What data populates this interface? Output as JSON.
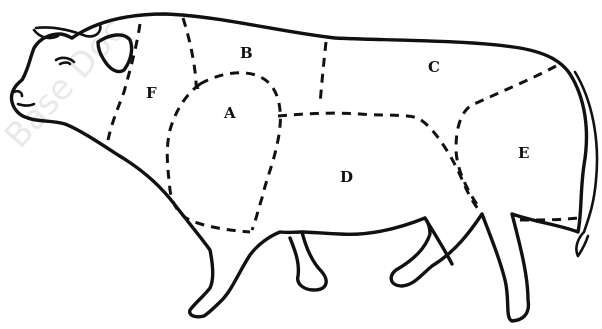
{
  "diagram": {
    "regions": [
      {
        "id": "A",
        "label": "A"
      },
      {
        "id": "B",
        "label": "B"
      },
      {
        "id": "C",
        "label": "C"
      },
      {
        "id": "D",
        "label": "D"
      },
      {
        "id": "E",
        "label": "E"
      },
      {
        "id": "F",
        "label": "F"
      }
    ],
    "watermark": "Base Doc"
  }
}
